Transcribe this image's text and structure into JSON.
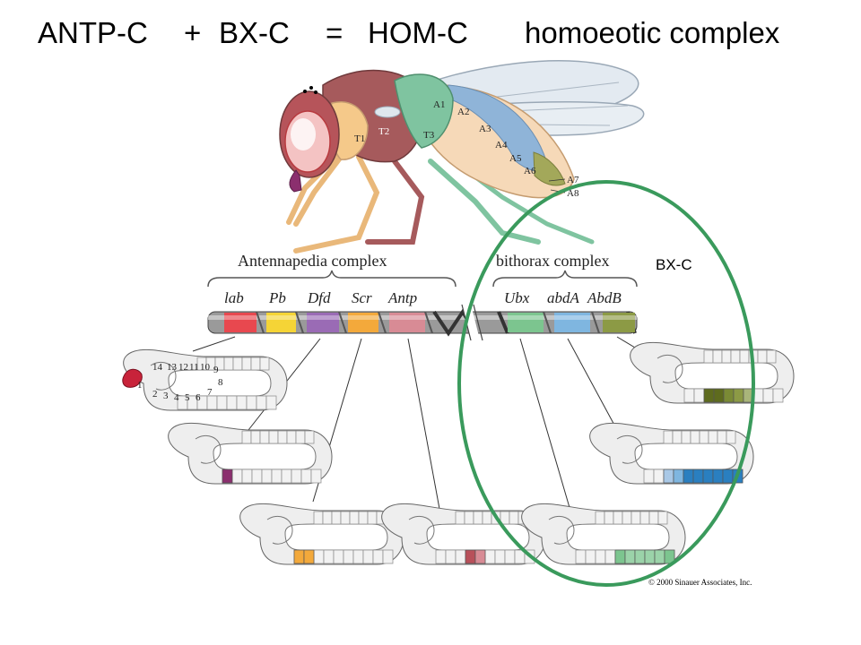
{
  "title": {
    "part1": "ANTP-C",
    "plus": "+",
    "part2": "BX-C",
    "equals": "=",
    "part3": "HOM-C",
    "subtitle": "homoeotic complex"
  },
  "fly": {
    "segment_labels": [
      "T1",
      "T2",
      "T3",
      "A1",
      "A2",
      "A3",
      "A4",
      "A5",
      "A6",
      "A7",
      "A8"
    ]
  },
  "complexes": {
    "antennapedia": "Antennapedia complex",
    "bithorax": "bithorax complex"
  },
  "genes": [
    {
      "name": "lab",
      "color": "#e8484f"
    },
    {
      "name": "Pb",
      "color": "#f5d436"
    },
    {
      "name": "Dfd",
      "color": "#9a6bb5"
    },
    {
      "name": "Scr",
      "color": "#f3a93b"
    },
    {
      "name": "Antp",
      "color": "#d88b95"
    },
    {
      "name": "Ubx",
      "color": "#7cc58f"
    },
    {
      "name": "abdA",
      "color": "#7fb6e0"
    },
    {
      "name": "AbdB",
      "color": "#8c9a45"
    }
  ],
  "embryo_numbers": [
    "14",
    "13",
    "12",
    "11",
    "10",
    "9",
    "8",
    "7",
    "6",
    "5",
    "4",
    "3",
    "2",
    "1"
  ],
  "bxc_label": "BX-C",
  "copyright": "© 2000 Sinauer Associates, Inc.",
  "colors": {
    "ellipse": "#3a9a5c",
    "head": "#b6545a",
    "thorax": "#a65a5c",
    "t1": "#f5c98a",
    "t3": "#7fc4a0",
    "abdomen_light": "#f6d9b8",
    "abdomen_blue": "#8fb4d8",
    "wing": "#dfe7ee"
  }
}
